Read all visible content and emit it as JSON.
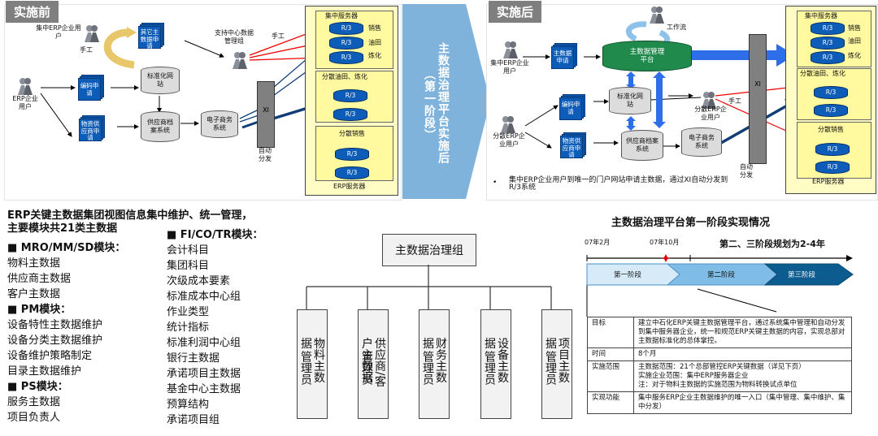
{
  "before": {
    "tag": "实施前",
    "central_erp_user": "集中ERP企业用户",
    "manual_1": "手工",
    "other_request": "其它主数据申请",
    "support_group": "支持中心数据管理组",
    "manual_2": "手工",
    "erp_user": "ERP企业用户",
    "code_request": "编码申请",
    "std_site": "标准化网站",
    "material_request": "物资供应商申请",
    "supplier_archive": "供应商档案系统",
    "ecommerce": "电子商务系统",
    "xi": "XI",
    "auto_dispatch": "自动分发",
    "servers": {
      "central_title": "集中服务器",
      "central_labels": [
        "销售",
        "油田",
        "炼化"
      ],
      "dist_oil_title": "分散油田、炼化",
      "dist_sales_title": "分散销售",
      "r3": "R/3",
      "footer": "ERP服务器"
    }
  },
  "middle_arrow": {
    "main": "主数据治理平台实施后",
    "sub": "（第一阶段）"
  },
  "after": {
    "tag": "实施后",
    "workflow": "工作流",
    "central_erp_user": "集中ERP企业用户",
    "md_request": "主数据申请",
    "platform": "主数据管理平台",
    "dist_erp_user": "分散ERP企业用户",
    "code_request": "编码申请",
    "std_site": "标准化网站",
    "material_request": "物资供应商申请",
    "supplier_archive": "供应商档案系统",
    "ecommerce": "电子商务系统",
    "dist_erp_user_2": "分散ERP企业用户",
    "manual": "手工",
    "xi": "XI",
    "auto_dispatch": "自动分发",
    "note_bullet": "•",
    "note": "集中ERP企业用户到唯一的门户网站申请主数据，通过XI自动分发到R/3系统",
    "servers": {
      "central_title": "集中服务器",
      "central_labels": [
        "销售",
        "油田",
        "炼化"
      ],
      "dist_oil_title": "分散油田、炼化",
      "dist_sales_title": "分散销售",
      "r3": "R/3",
      "footer": "ERP服务器"
    }
  },
  "modules": {
    "title_line1": "ERP关键主数据集团视图信息集中维护、统一管理，",
    "title_line2": "主要模块共21类主数据",
    "left": [
      {
        "type": "h",
        "text": "■  MRO/MM/SD模块："
      },
      {
        "type": "i",
        "text": "物料主数据"
      },
      {
        "type": "i",
        "text": "供应商主数据"
      },
      {
        "type": "i",
        "text": "客户主数据"
      },
      {
        "type": "h",
        "text": "■  PM模块："
      },
      {
        "type": "i",
        "text": "设备特性主数据维护"
      },
      {
        "type": "i",
        "text": "设备分类主数据维护"
      },
      {
        "type": "i",
        "text": "设备维护策略制定"
      },
      {
        "type": "i",
        "text": "目录主数据维护"
      },
      {
        "type": "h",
        "text": "■  PS模块："
      },
      {
        "type": "i",
        "text": "服务主数据"
      },
      {
        "type": "i",
        "text": "项目负责人"
      }
    ],
    "right": [
      {
        "type": "h",
        "text": "■  FI/CO/TR模块："
      },
      {
        "type": "i",
        "text": "会计科目"
      },
      {
        "type": "i",
        "text": "集团科目"
      },
      {
        "type": "i",
        "text": "次级成本要素"
      },
      {
        "type": "i",
        "text": "标准成本中心组"
      },
      {
        "type": "i",
        "text": "作业类型"
      },
      {
        "type": "i",
        "text": "统计指标"
      },
      {
        "type": "i",
        "text": "标准利润中心组"
      },
      {
        "type": "i",
        "text": "银行主数据"
      },
      {
        "type": "i",
        "text": "承诺项目主数据"
      },
      {
        "type": "i",
        "text": "基金中心主数据"
      },
      {
        "type": "i",
        "text": "预算结构"
      },
      {
        "type": "i",
        "text": "承诺项目组"
      }
    ]
  },
  "org": {
    "root": "主数据治理组",
    "children": [
      {
        "left": "管理员",
        "right": "物料主数据"
      },
      {
        "left": "管理员",
        "right": "供应商/客户主数据"
      },
      {
        "left": "管理员",
        "right": "财务主数据"
      },
      {
        "left": "管理员",
        "right": "设备主数据"
      },
      {
        "left": "管理员",
        "right": "项目主数据"
      }
    ]
  },
  "phase": {
    "title": "主数据治理平台第一阶段实现情况",
    "date_start": "07年2月",
    "date_mid": "07年10月",
    "plan_note": "第二、三阶段规划为2-4年",
    "stages": [
      "第一阶段",
      "第二阶段",
      "第三阶段"
    ],
    "stage_colors": [
      "#d6eaf8",
      "#7fbde6",
      "#0c5c8f"
    ],
    "table": [
      {
        "k": "目标",
        "v": "建立中石化ERP关键主数据管理平台，通过系统集中管理和自动分发到集中服务器企业，统一和规范ERP关键主数据的内容，实现总部对主数据标准化的总体掌控。"
      },
      {
        "k": "时间",
        "v": "8个月"
      },
      {
        "k": "实施范围",
        "v": "主数据范围：21个总部管控ERP关键数据（详见下页）",
        "v2": "实施企业范围：集中ERP服务器企业",
        "v3": "注：对于物料主数据的实施范围为物料转换试点单位"
      },
      {
        "k": "实现功能",
        "v": "集中服务ERP企业主数据维护的唯一入口（集中管理、集中维护、集中分发）"
      }
    ]
  }
}
